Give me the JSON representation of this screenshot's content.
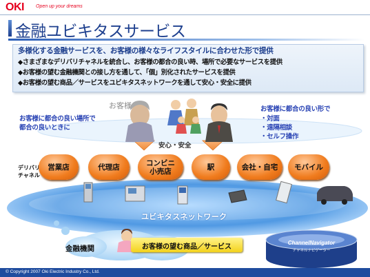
{
  "header": {
    "logo": "OKI",
    "tagline": "Open up your dreams",
    "title": "金融ユビキタスサービス"
  },
  "summary": {
    "heading": "多様化する金融サービスを、お客様の様々なライフスタイルに合わせた形で提供",
    "bullets": [
      "◆さまざまなデリバリチャネルを統合し、お客様の都合の良い時、場所で必要なサービスを提供",
      "◆お客様の望む金融機関との接し方を通して、「個」別化されたサービスを提供",
      "◆お客様の望む商品／サービスをユビキタスネットワークを通して安心・安全に提供"
    ]
  },
  "diagram": {
    "left_note": [
      "お客様に都合の良い場所で",
      "都合の良いときに"
    ],
    "customer_label": "お客様",
    "right_note": {
      "heading": "お客様に都合の良い形で",
      "items": [
        "・対面",
        "・遠隔相談",
        "・セルフ操作"
      ]
    },
    "safety_label": "安心・安全",
    "delivery_label": [
      "デリバリ",
      "チャネル"
    ],
    "channels": [
      "営業店",
      "代理店",
      "コンビニ\n小売店",
      "駅",
      "会社・自宅",
      "モバイル"
    ],
    "network_label": "ユビキタスネットワーク",
    "institution_label": "金融機関",
    "product_label": "お客様の望む商品／サービス",
    "product_name": "ChannelNavigator",
    "product_caption": "チャネルナビゲーター"
  },
  "footer": {
    "copyright": "© Copyright 2007 Oki Electric Industry Co., Ltd."
  },
  "colors": {
    "brand_red": "#e6001e",
    "title_blue": "#1d3f8e",
    "pill_orange": "#f07c1e",
    "network_blue": "#3d8ee0",
    "product_yellow": "#f3d21c"
  }
}
